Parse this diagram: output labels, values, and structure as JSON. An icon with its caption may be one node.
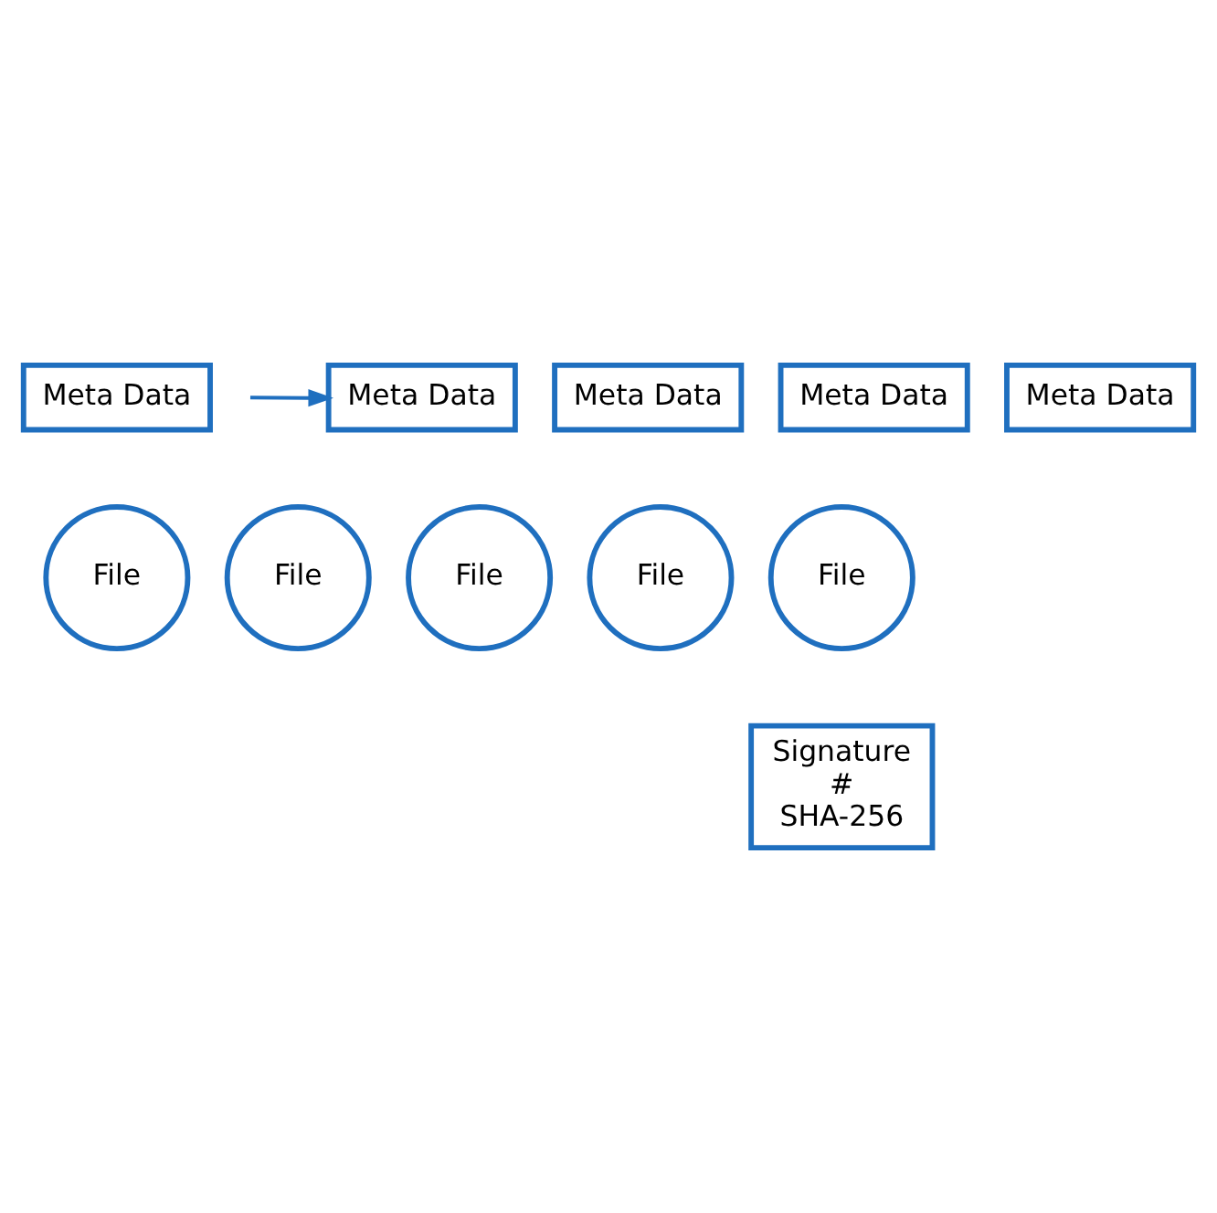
{
  "diagram": {
    "nodes": [
      {
        "text": [
          "Meta Data"
        ]
      },
      {
        "text": [
          "Meta Data"
        ]
      },
      {
        "text": [
          "Meta Data"
        ]
      },
      {
        "text": [
          "Meta Data"
        ]
      },
      {
        "text": [
          "Meta Data"
        ]
      },
      {
        "text": [
          "File"
        ]
      },
      {
        "text": [
          "File"
        ]
      },
      {
        "text": [
          "File"
        ]
      },
      {
        "text": [
          "File"
        ]
      },
      {
        "text": [
          "File"
        ]
      },
      {
        "text": [
          "Signature",
          "#",
          "SHA-256"
        ]
      }
    ],
    "edges": [
      {
        "from": null,
        "to": 1,
        "arrow": "to"
      }
    ]
  }
}
